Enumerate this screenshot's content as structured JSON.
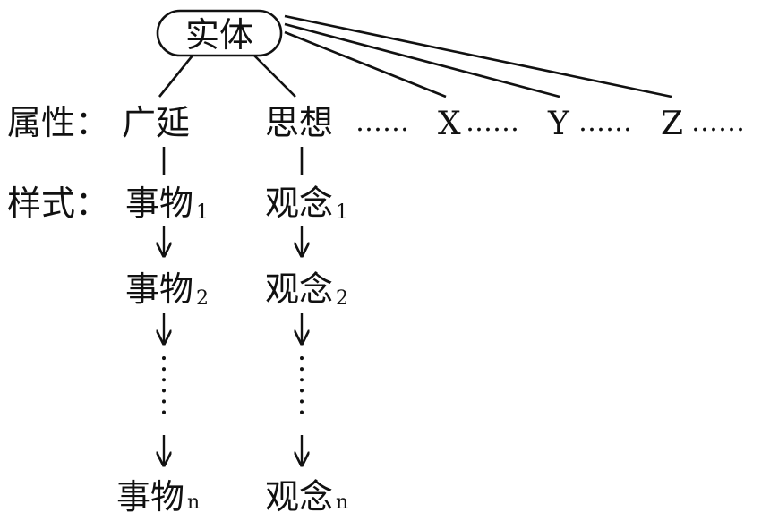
{
  "substance": "实体",
  "attributes": {
    "label": "属性：",
    "extension": "广延",
    "thought": "思想",
    "ellipsis": "……",
    "others": [
      "X",
      "Y",
      "Z"
    ]
  },
  "modes": {
    "label": "样式：",
    "thing": "事物",
    "idea": "观念",
    "subscripts": [
      "1",
      "2",
      "n"
    ]
  }
}
